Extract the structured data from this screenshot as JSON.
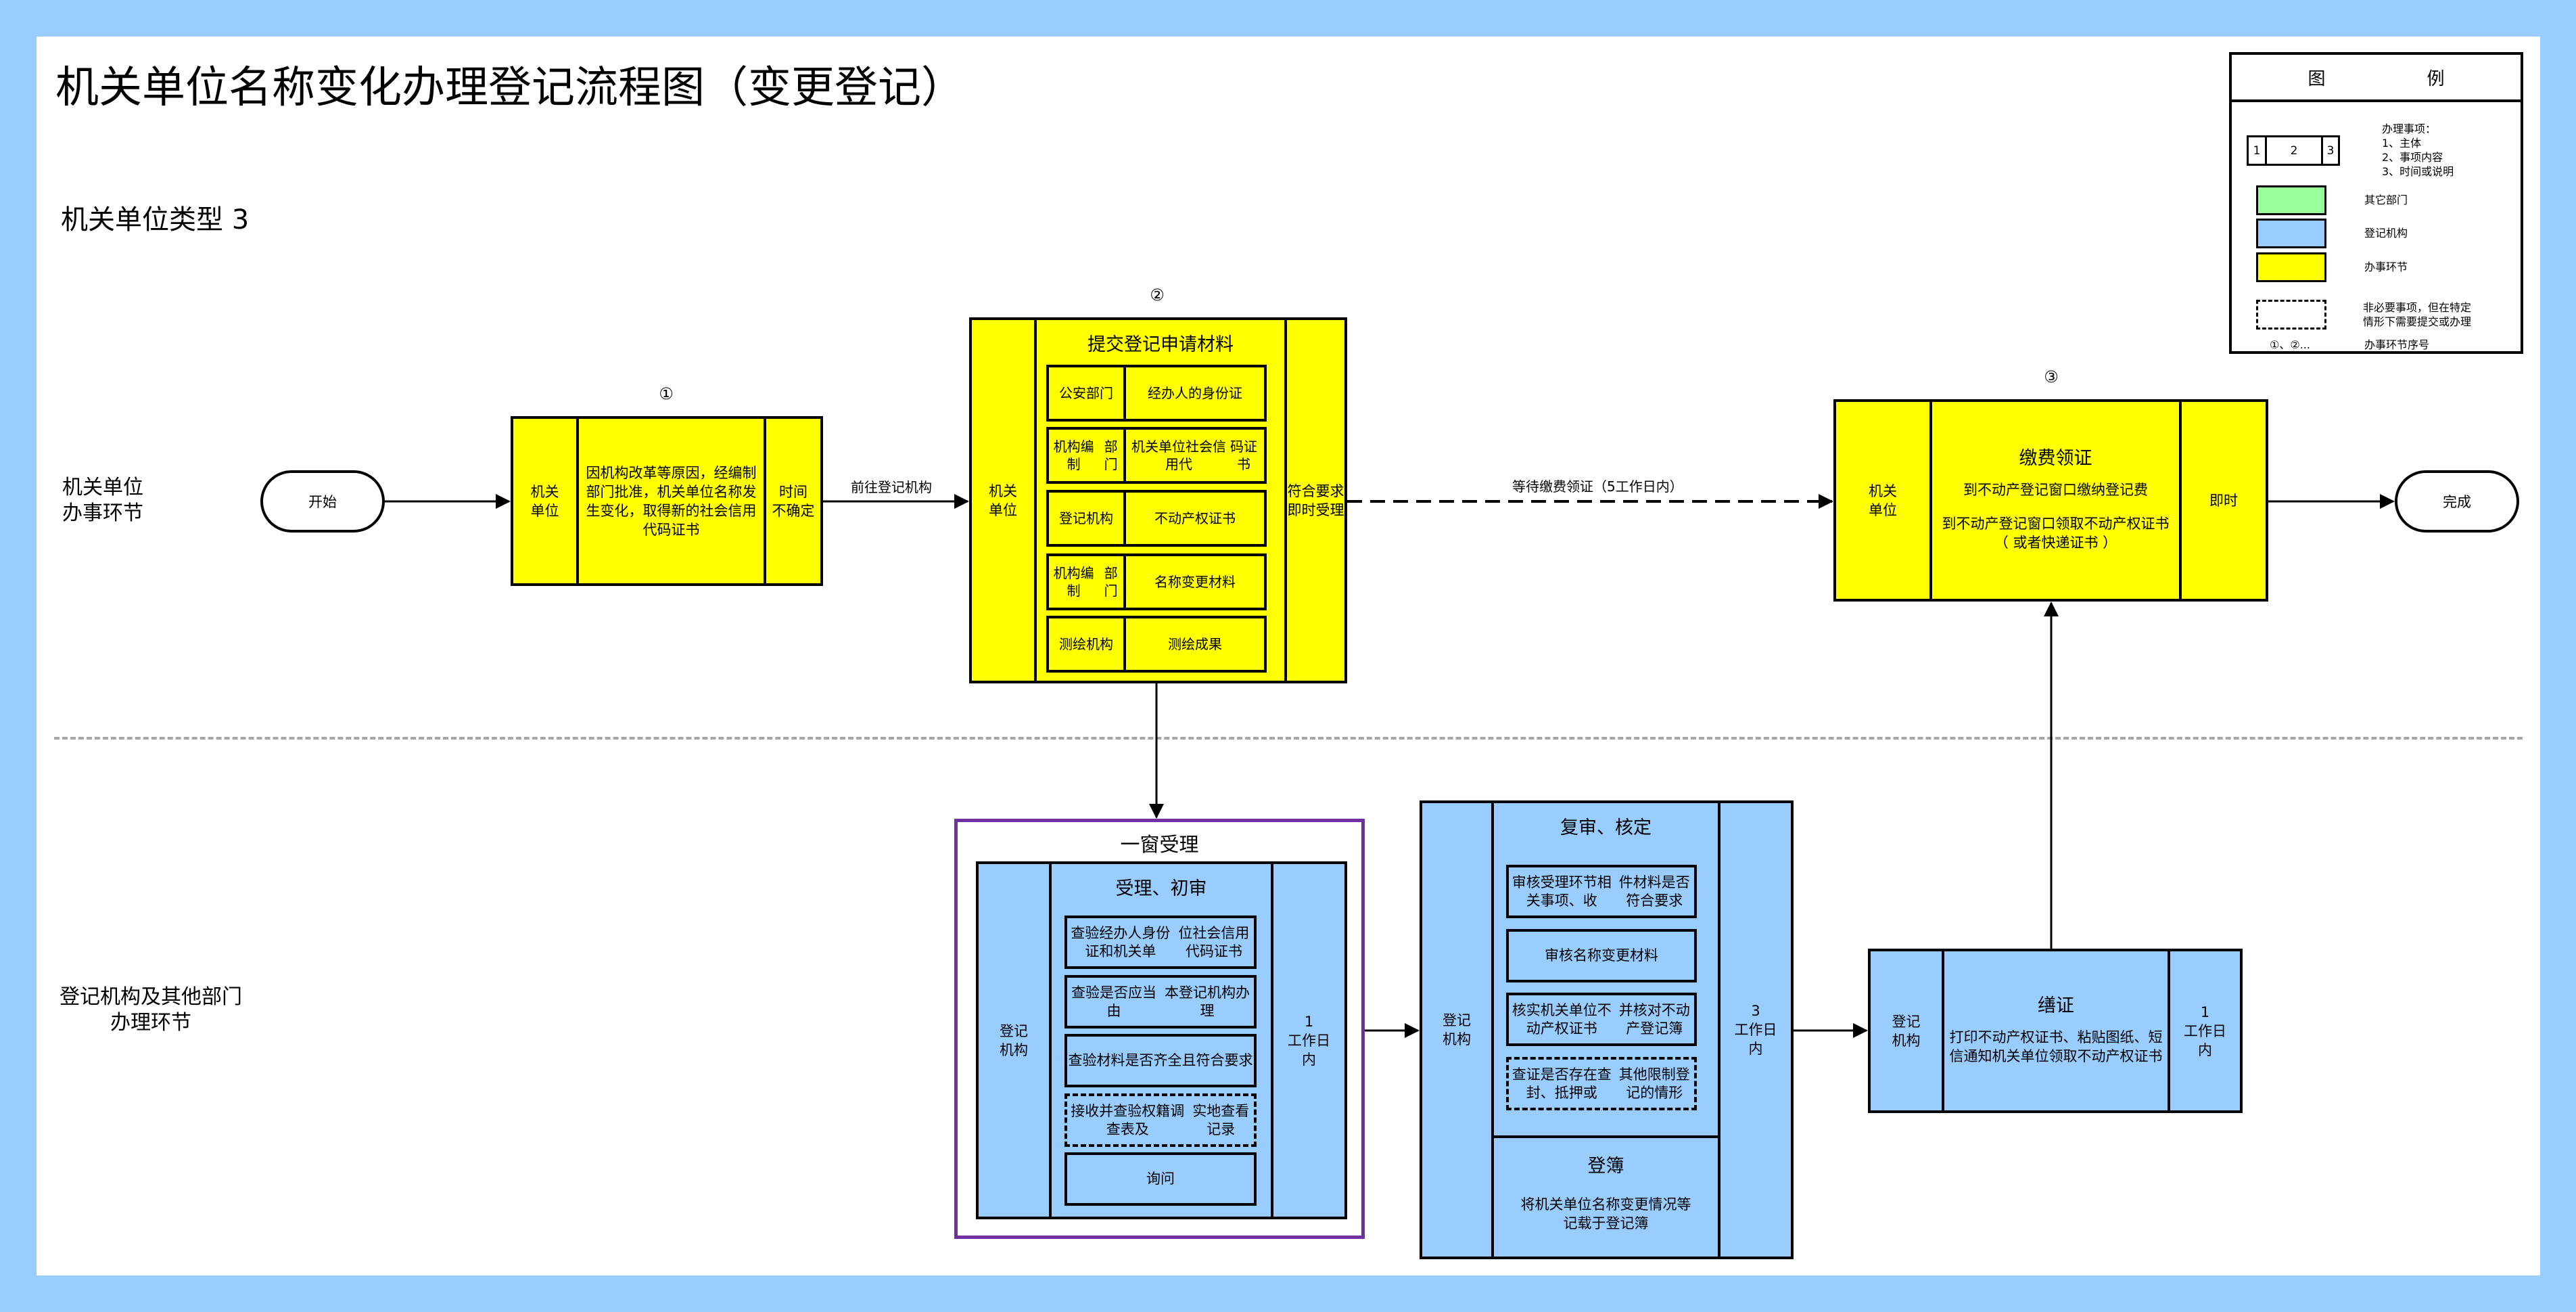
{
  "title": "机关单位名称变化办理登记流程图（变更登记）",
  "subtitle": "机关单位类型 3",
  "lanes": {
    "top": [
      "机关单位",
      "办事环节"
    ],
    "bottom": [
      "登记机构及其他部门",
      "办理环节"
    ]
  },
  "terminals": {
    "start": "开始",
    "end": "完成"
  },
  "edges": {
    "to_registration": "前往登记机构",
    "wait_fee": "等待缴费领证（5工作日内）"
  },
  "steps": {
    "s1": {
      "number": "①",
      "subject": [
        "机关",
        "单位"
      ],
      "content": "因机构改革等原因，经编制部门批准，机关单位名称发生变化，取得新的社会信用代码证书",
      "time": [
        "时间",
        "不确定"
      ]
    },
    "s2": {
      "number": "②",
      "subject": [
        "机关",
        "单位"
      ],
      "heading": "提交登记申请材料",
      "time": [
        "符合要求",
        "即时受理"
      ],
      "materials": [
        {
          "dept": [
            "公安",
            "部门"
          ],
          "item": [
            "经办人的",
            "身份证"
          ]
        },
        {
          "dept": [
            "机构编制",
            "部门"
          ],
          "item": [
            "机关单位社会信用代",
            "码证书"
          ]
        },
        {
          "dept": [
            "登记",
            "机构"
          ],
          "item": [
            "不动产权证书"
          ]
        },
        {
          "dept": [
            "机构编制",
            "部门"
          ],
          "item": [
            "名称变更材料"
          ]
        },
        {
          "dept": [
            "测绘",
            "机构"
          ],
          "item": [
            "测绘成果"
          ]
        }
      ]
    },
    "s3": {
      "number": "③",
      "subject": [
        "机关",
        "单位"
      ],
      "heading": "缴费领证",
      "lines": [
        "到不动产登记窗口缴纳登记费",
        "到不动产登记窗口领取不动产权证书",
        "（ 或者快递证书 ）"
      ],
      "time": "即时"
    }
  },
  "window": {
    "title": "一窗受理",
    "subject": [
      "登记",
      "机构"
    ],
    "heading": "受理、初审",
    "time": [
      "1",
      "工作日",
      "内"
    ],
    "tasks": [
      {
        "text": [
          "查验经办人身份证和机关单",
          "位社会信用代码证书"
        ],
        "optional": false
      },
      {
        "text": [
          "查验是否应当由",
          "本登记机构办理"
        ],
        "optional": false
      },
      {
        "text": [
          "查验材料是否齐全",
          "且符合要求"
        ],
        "optional": false
      },
      {
        "text": [
          "接收并查验权籍调查表及",
          "实地查看记录"
        ],
        "optional": true
      },
      {
        "text": [
          "询问"
        ],
        "optional": false
      }
    ]
  },
  "review": {
    "subject": [
      "登记",
      "机构"
    ],
    "heading": "复审、核定",
    "time": [
      "3",
      "工作日",
      "内"
    ],
    "tasks": [
      {
        "text": [
          "审核受理环节相关事项、收",
          "件材料是否符合要求"
        ],
        "optional": false
      },
      {
        "text": [
          "审核名称变更材料"
        ],
        "optional": false
      },
      {
        "text": [
          "核实机关单位不动产权证书",
          "并核对不动产登记簿"
        ],
        "optional": false
      },
      {
        "text": [
          "查证是否存在查封、抵押或",
          "其他限制登记的情形"
        ],
        "optional": true
      }
    ],
    "record_heading": "登簿",
    "record_text": [
      "将机关单位名称变更情况等",
      "记载于登记簿"
    ]
  },
  "certificate": {
    "subject": [
      "登记",
      "机构"
    ],
    "heading": "缮证",
    "text": [
      "打印不动产权证书、粘贴图纸、短",
      "信通知机关单位领取不动产权证书"
    ],
    "time": [
      "1",
      "工作日",
      "内"
    ]
  },
  "legend": {
    "title_left": "图",
    "title_right": "例",
    "segments": [
      "1",
      "2",
      "3"
    ],
    "segment_desc": [
      "办理事项：",
      "1、主体",
      "2、事项内容",
      "3、时间或说明"
    ],
    "items": [
      {
        "label": "其它部门",
        "color": "#99ff99"
      },
      {
        "label": "登记机构",
        "color": "#99ccff"
      },
      {
        "label": "办事环节",
        "color": "#ffff00"
      }
    ],
    "optional_desc": [
      "非必要事项，但在特定",
      "情形下需要提交或办理"
    ],
    "numbering_sample": "①、②...",
    "numbering_desc": "办事环节序号"
  },
  "colors": {
    "frame": "#99ccff",
    "yellow": "#ffff00",
    "blue": "#99ccff",
    "green": "#99ff99",
    "window_border": "#7030a0",
    "separator": "#a6a6a6"
  }
}
